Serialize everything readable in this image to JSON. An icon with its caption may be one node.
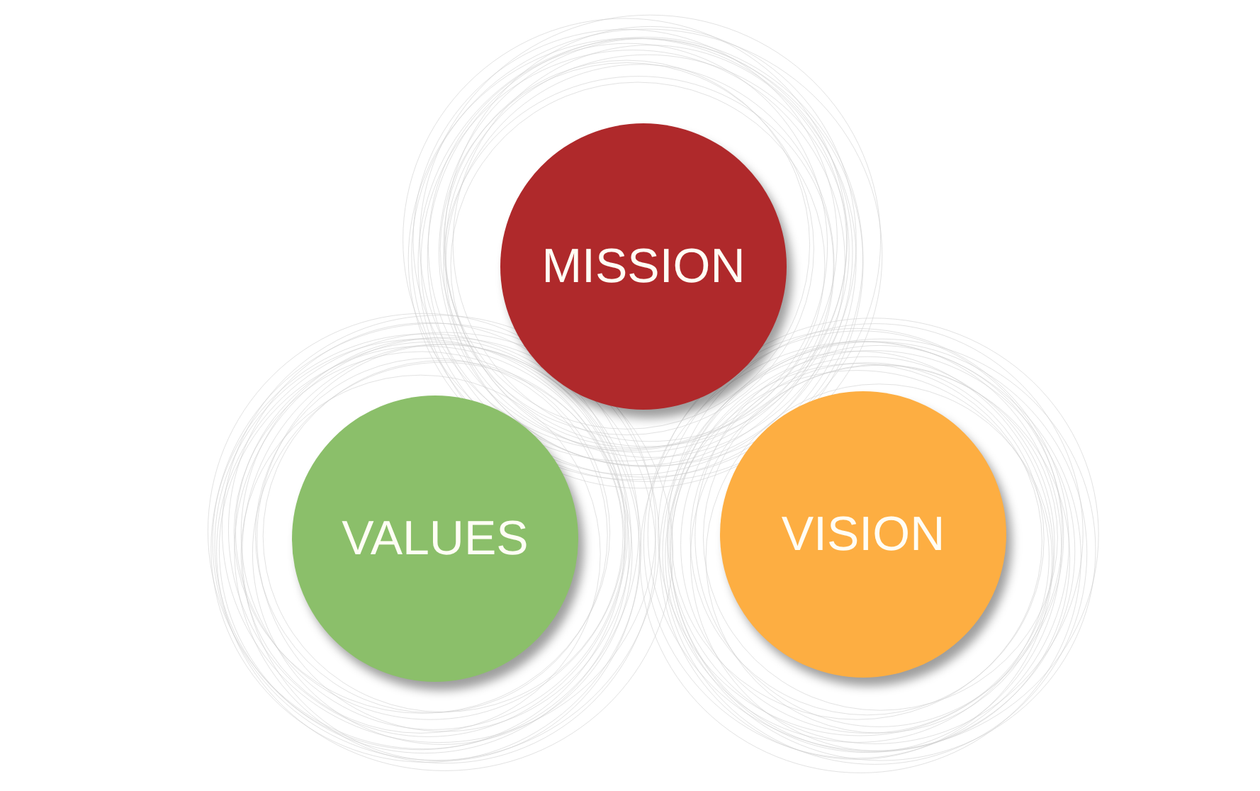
{
  "diagram": {
    "nodes": [
      {
        "text": [
          "MISSION"
        ]
      },
      {
        "text": [
          "VALUES"
        ]
      },
      {
        "text": [
          "VISION"
        ]
      }
    ]
  }
}
